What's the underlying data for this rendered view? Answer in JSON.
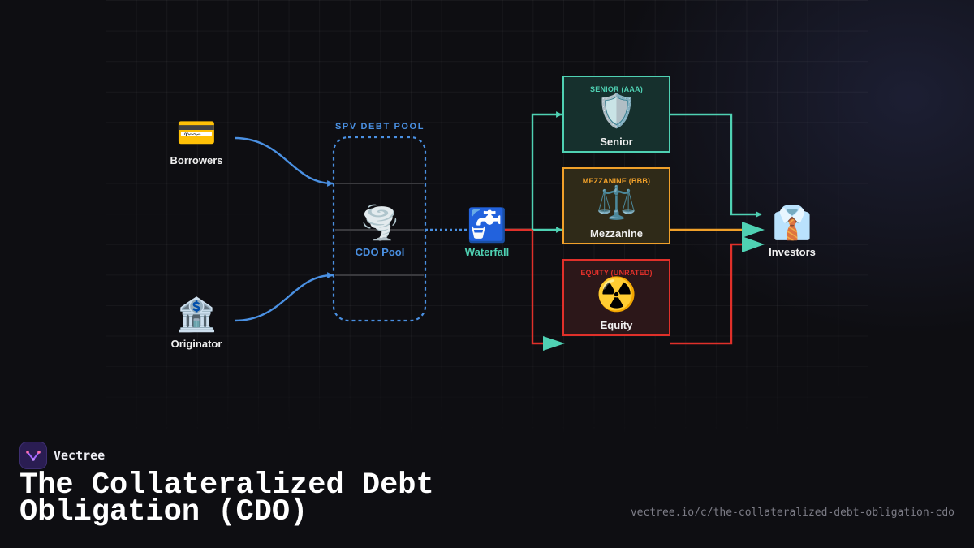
{
  "colors": {
    "borrow_flow": "#4a90e2",
    "senior": "#4fd1b3",
    "mezzanine": "#f0a02a",
    "equity": "#e0302a",
    "pool_label": "#4a90e2",
    "waterfall_label": "#4fd1b3"
  },
  "sources": [
    {
      "id": "borrowers",
      "label": "Borrowers",
      "icon": "credit-card-icon",
      "glyph": "💳"
    },
    {
      "id": "originator",
      "label": "Originator",
      "icon": "bank-icon",
      "glyph": "🏦"
    }
  ],
  "pool": {
    "title": "SPV DEBT POOL",
    "label": "CDO Pool",
    "icon": "tornado-icon",
    "glyph": "🌪️"
  },
  "waterfall": {
    "label": "Waterfall",
    "icon": "faucet-icon",
    "glyph": "🚰"
  },
  "tranches": [
    {
      "id": "senior",
      "title": "SENIOR (AAA)",
      "name": "Senior",
      "icon": "shield-icon",
      "glyph": "🛡️"
    },
    {
      "id": "mezzanine",
      "title": "MEZZANINE (BBB)",
      "name": "Mezzanine",
      "icon": "balance-scale-icon",
      "glyph": "⚖️"
    },
    {
      "id": "equity",
      "title": "EQUITY (UNRATED)",
      "name": "Equity",
      "icon": "radioactive-icon",
      "glyph": "☢️"
    }
  ],
  "investors": {
    "label": "Investors",
    "icon": "necktie-shirt-icon",
    "glyph": "👔"
  },
  "brand": {
    "name": "Vectree",
    "logo_icon": "vectree-logo-icon"
  },
  "title": "The Collateralized Debt Obligation (CDO)",
  "url": "vectree.io/c/the-collateralized-debt-obligation-cdo"
}
